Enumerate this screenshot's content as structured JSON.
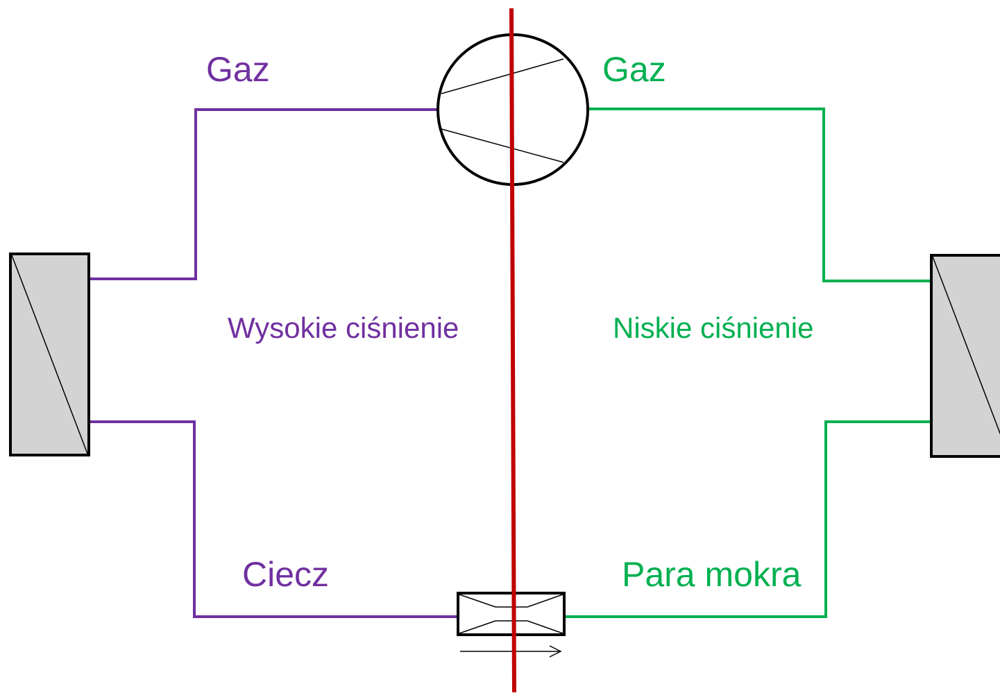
{
  "labels": {
    "high_gas": "Gaz",
    "low_gas": "Gaz",
    "high_pressure": "Wysokie ciśnienie",
    "low_pressure": "Niskie ciśnienie",
    "liquid": "Ciecz",
    "wet_vapor": "Para mokra"
  },
  "colors": {
    "high_side": "#7030a0",
    "low_side": "#00b050",
    "divider": "#c00000",
    "exchanger_fill": "#d3d3d3",
    "outline": "#000000"
  }
}
